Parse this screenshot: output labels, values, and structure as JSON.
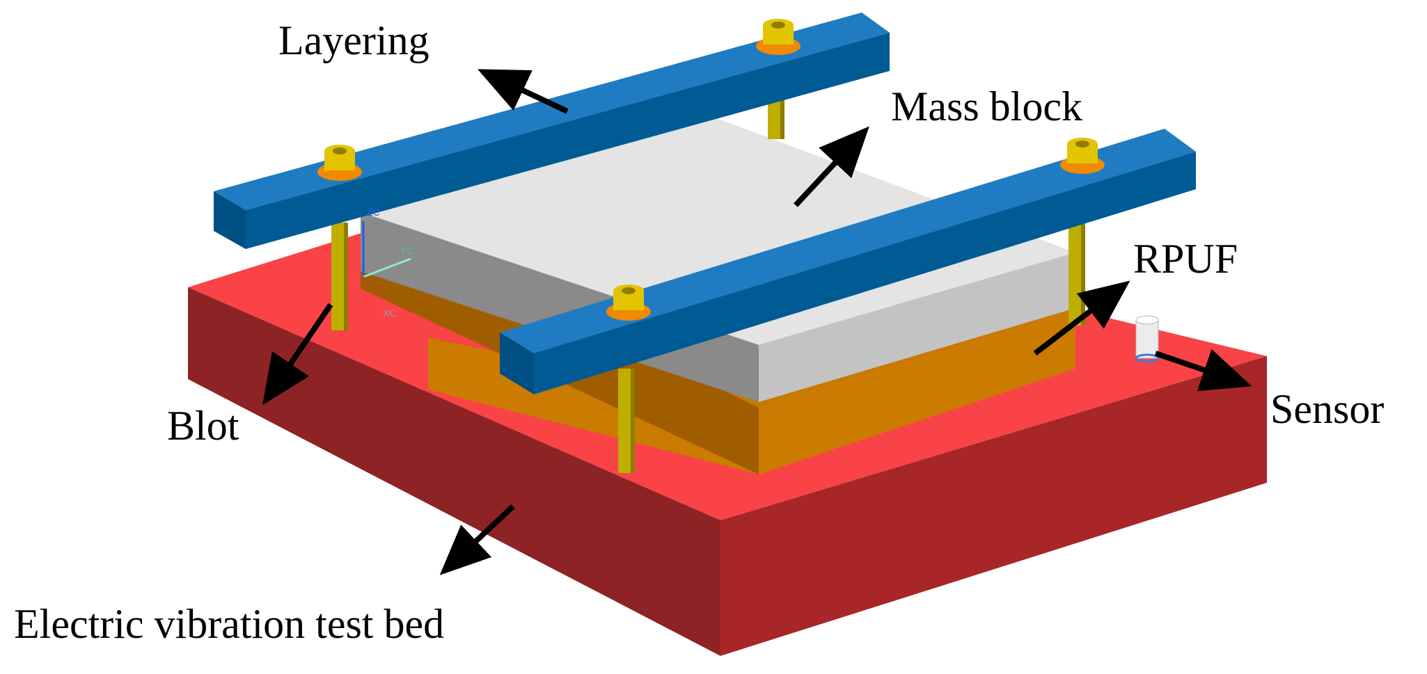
{
  "labels": {
    "layering": "Layering",
    "mass_block": "Mass block",
    "rpuf": "RPUF",
    "sensor": "Sensor",
    "bolt": "Blot",
    "test_bed": "Electric vibration test bed"
  },
  "axis_triad": {
    "z": "ZC",
    "y": "YC",
    "x": "XC"
  },
  "colors": {
    "bed_top": "#f94347",
    "bed_front": "#8d2324",
    "bed_side": "#a82627",
    "foam_top": "#c77a00",
    "foam_front": "#cb7b00",
    "foam_side": "#a05d00",
    "mass_top": "#e4e4e4",
    "mass_front": "#c3c3c3",
    "mass_side": "#8a8a8a",
    "beam_top": "#1f7cc2",
    "beam_front": "#005b95",
    "beam_side": "#004f82",
    "bolt": "#bfae00",
    "bolt_shade": "#8c7e00",
    "nut": "#e2c400",
    "washer": "#f08a00",
    "sensor": "#ececec",
    "arrow": "#000000"
  }
}
